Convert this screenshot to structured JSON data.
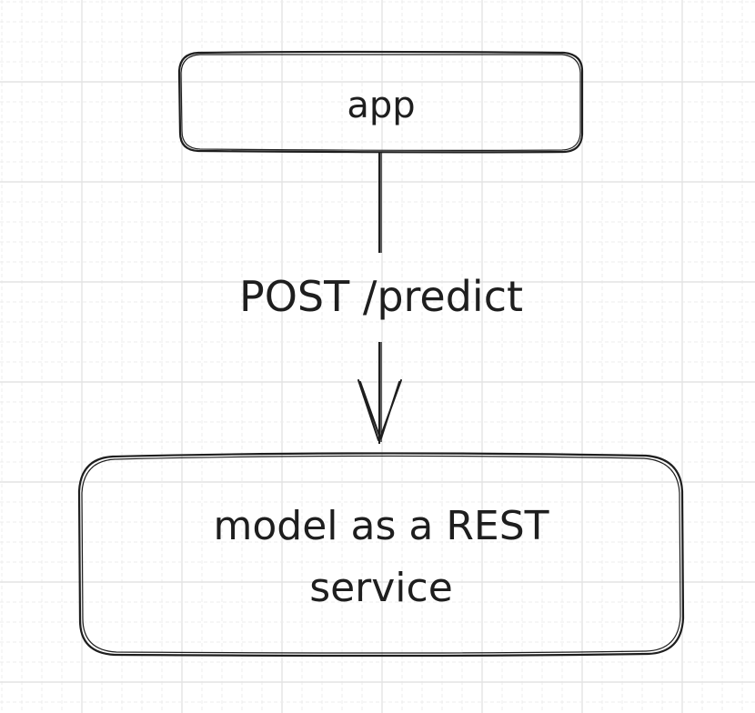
{
  "diagram": {
    "nodes": {
      "app": {
        "label": "app"
      },
      "service": {
        "label_line1": "model as a REST",
        "label_line2": "service"
      }
    },
    "edge": {
      "label": "POST /predict"
    }
  },
  "colors": {
    "stroke": "#1e1e1e",
    "grid_major": "#e3e3e3",
    "grid_minor": "#ececec",
    "background": "#ffffff"
  }
}
